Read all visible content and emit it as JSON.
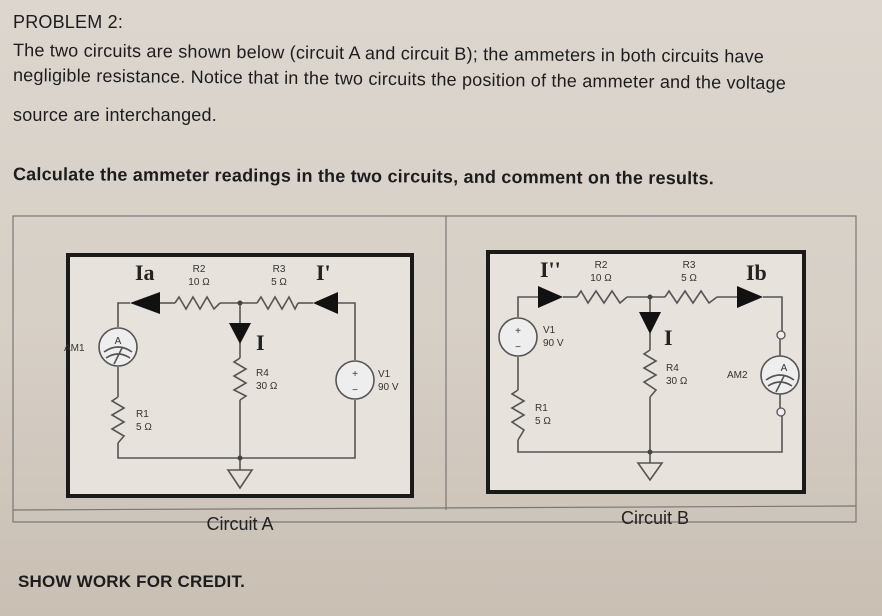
{
  "problem": {
    "title": "PROBLEM 2:",
    "paragraph_lines": [
      "The two circuits are shown below (circuit A and circuit B); the ammeters in both circuits have",
      "negligible resistance. Notice that in the two circuits the position of the ammeter and the voltage",
      "source are interchanged."
    ],
    "question": "Calculate the ammeter readings in the two circuits, and comment on the results.",
    "footer": "SHOW WORK FOR CREDIT."
  },
  "circuit_a": {
    "caption": "Circuit A",
    "ammeter": "AM1",
    "ammeter_symbol": "A",
    "currents": {
      "ia": "Ia",
      "i_prime": "I'",
      "i": "I"
    },
    "r1": {
      "name": "R1",
      "value": "5 Ω"
    },
    "r2": {
      "name": "R2",
      "value": "10 Ω"
    },
    "r3": {
      "name": "R3",
      "value": "5 Ω"
    },
    "r4": {
      "name": "R4",
      "value": "30 Ω"
    },
    "source": {
      "name": "V1",
      "value": "90 V",
      "plus": "+",
      "minus": "−"
    }
  },
  "circuit_b": {
    "caption": "Circuit B",
    "ammeter": "AM2",
    "ammeter_symbol": "A",
    "currents": {
      "i_double": "I''",
      "ib": "Ib",
      "i": "I"
    },
    "r1": {
      "name": "R1",
      "value": "5 Ω"
    },
    "r2": {
      "name": "R2",
      "value": "10 Ω"
    },
    "r3": {
      "name": "R3",
      "value": "5 Ω"
    },
    "r4": {
      "name": "R4",
      "value": "30 Ω"
    },
    "source": {
      "name": "V1",
      "value": "90 V",
      "plus": "+",
      "minus": "−"
    }
  }
}
